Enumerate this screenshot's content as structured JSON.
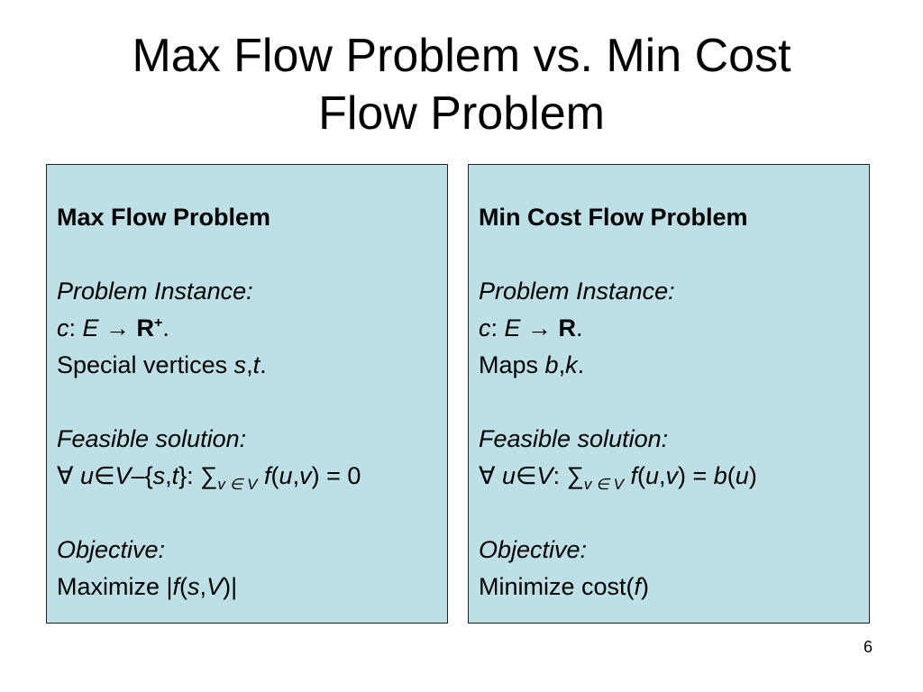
{
  "slide": {
    "title_line1": "Max Flow Problem vs. Min Cost",
    "title_line2": "Flow Problem",
    "page_number": "6"
  },
  "left": {
    "heading": "Max Flow Problem",
    "instance_label": "Problem Instance:",
    "capacity_line": {
      "c": "c",
      "colon": ": ",
      "E": "E",
      "arrow": " → ",
      "R": "R",
      "plus": "+",
      "end": "."
    },
    "special": {
      "text": "Special vertices ",
      "vars": "s",
      "comma": ",",
      "t": "t",
      "end": "."
    },
    "feasible_label": "Feasible solution:",
    "constraint": {
      "forall": "∀ ",
      "u": "u",
      "in": "∈",
      "V": "V",
      "minus": "–{",
      "s": "s",
      "comma": ",",
      "t": "t",
      "close": "}:  ",
      "sum": "∑",
      "sub": "v ∈ V",
      "space": " ",
      "f": "f",
      "paren_open": "(",
      "u2": "u",
      "comma2": ",",
      "v": "v",
      "rhs": ") = 0"
    },
    "objective_label": "Objective:",
    "objective": {
      "text": "Maximize |",
      "f": "f",
      "open": "(",
      "s": "s",
      "comma": ",",
      "V": "V",
      "close": ")|"
    }
  },
  "right": {
    "heading": "Min Cost Flow Problem",
    "instance_label": "Problem Instance:",
    "cost_line": {
      "c": "c",
      "colon": ": ",
      "E": "E",
      "arrow": " → ",
      "R": "R",
      "end": "."
    },
    "maps": {
      "text": "Maps ",
      "b": "b",
      "comma": ",",
      "k": "k",
      "end": "."
    },
    "feasible_label": "Feasible solution:",
    "constraint": {
      "forall": "∀ ",
      "u": "u",
      "in": "∈",
      "V": "V",
      "colon": ":  ",
      "sum": "∑",
      "sub": "v ∈ V",
      "space": " ",
      "f": "f",
      "open": "(",
      "u2": "u",
      "comma": ",",
      "v": "v",
      "eq": ") = ",
      "b": "b",
      "open2": "(",
      "u3": "u",
      "close": ")"
    },
    "objective_label": "Objective:",
    "objective": {
      "text": "Minimize cost(",
      "f": "f",
      "close": ")"
    }
  }
}
